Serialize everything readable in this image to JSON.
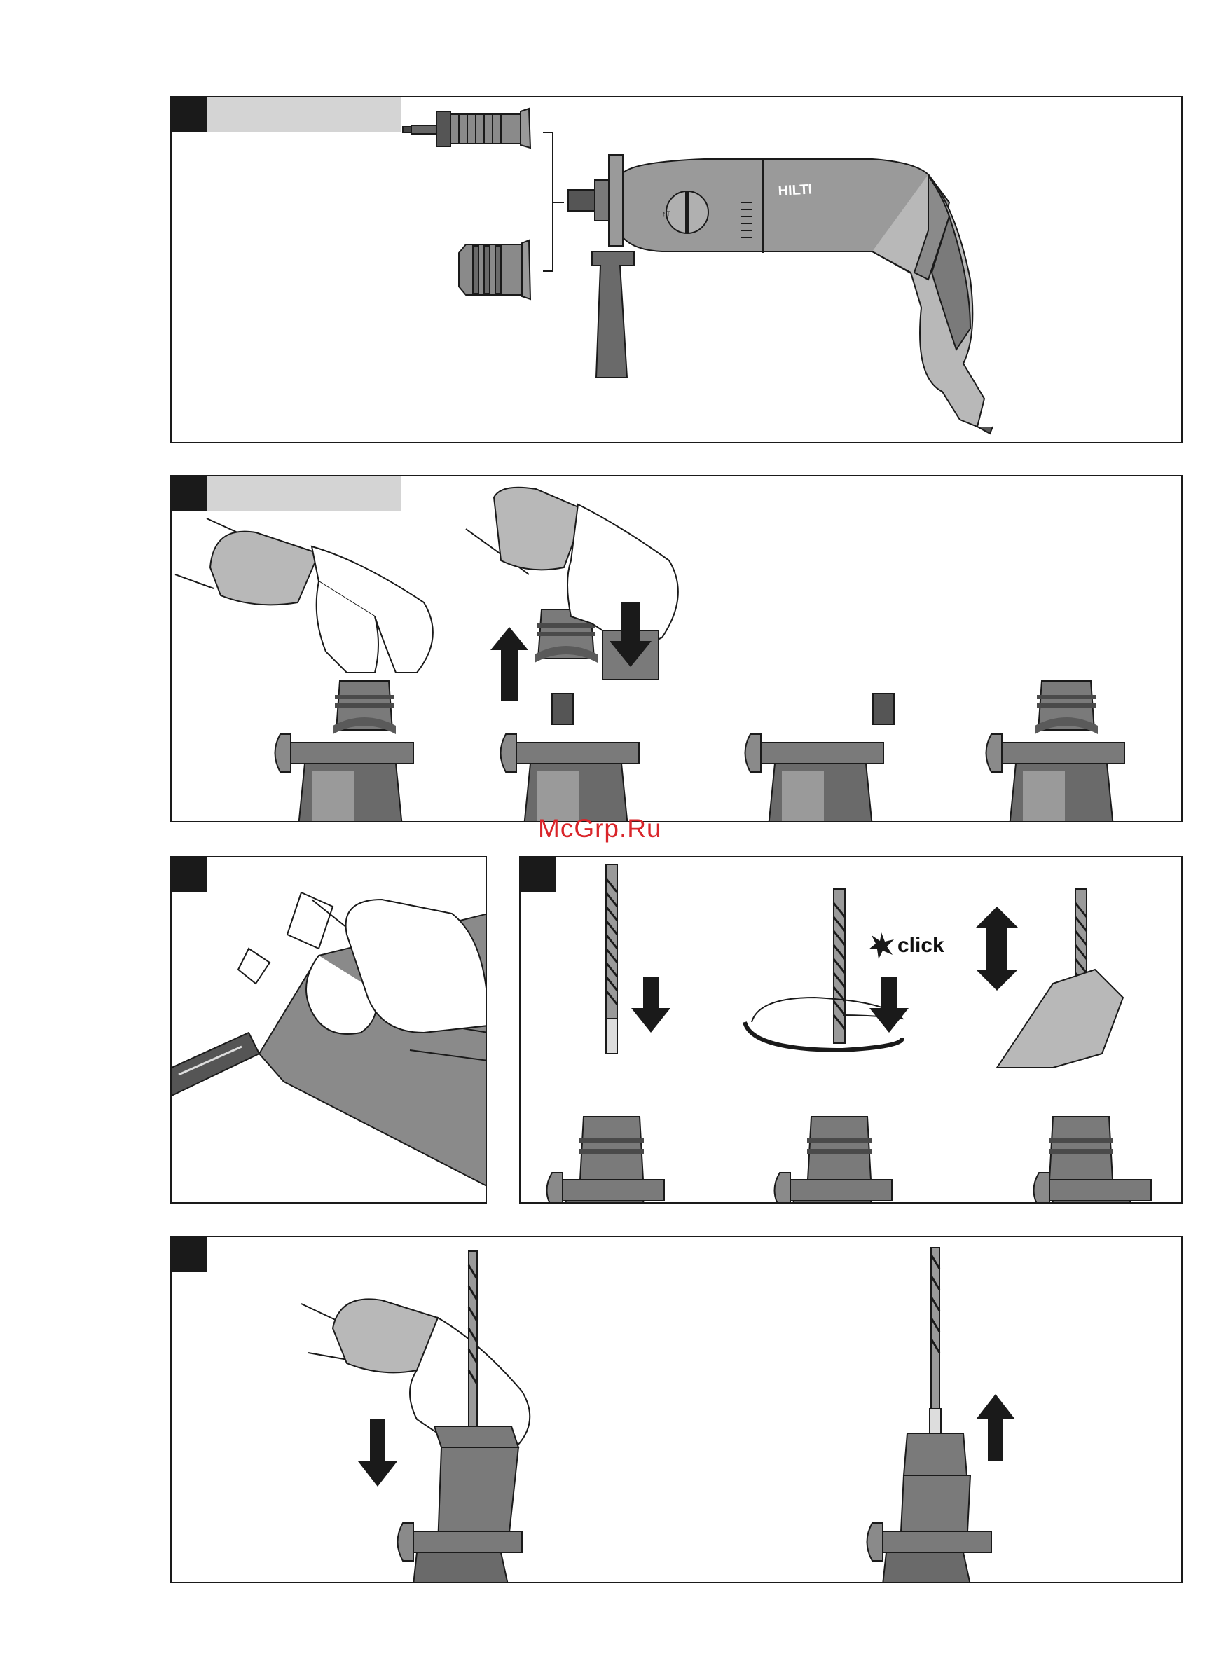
{
  "watermark": "McGrp.Ru",
  "brand_logo": "HILTI",
  "panel4": {
    "click_label": "click"
  },
  "dial_labels": [
    "↕T",
    "↕T"
  ],
  "colors": {
    "frame": "#1a1a1a",
    "tool_grey": "#7a7a7a",
    "light_grey": "#b8b8b8",
    "label_bar": "#d4d4d4",
    "watermark": "#d9252a"
  },
  "icons": [
    "hammer-drill",
    "keyless-chuck",
    "sds-chuck",
    "gloved-hand",
    "arrow-up-icon",
    "arrow-down-icon",
    "arrow-updown-icon",
    "rotate-arrow-icon",
    "click-burst-icon",
    "grease-tube",
    "drill-bit"
  ]
}
